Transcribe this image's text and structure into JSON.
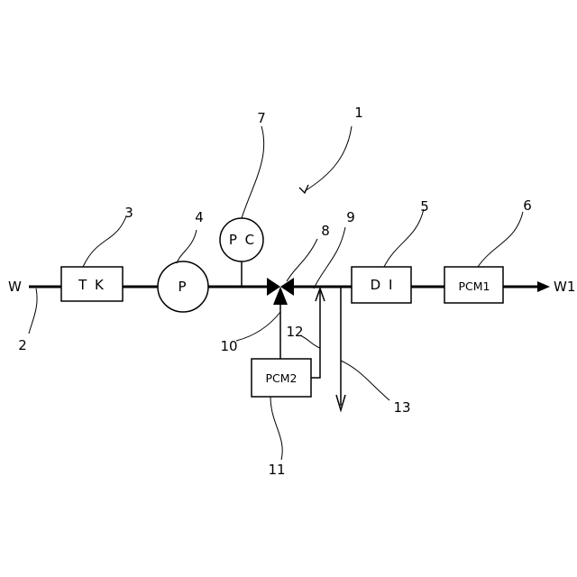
{
  "components": {
    "tank": "T K",
    "pump": "P",
    "pressure_controller": "P C",
    "deionizer": "D I",
    "pcm1": "PCM1",
    "pcm2": "PCM2"
  },
  "terminals": {
    "inlet": "W",
    "outlet": "W1"
  },
  "reference_numerals": {
    "system": "1",
    "pipe": "2",
    "tank": "3",
    "pump": "4",
    "deionizer": "5",
    "pcm1": "6",
    "pressure_controller": "7",
    "valve": "8",
    "junction": "9",
    "valve_actuator_line": "10",
    "pcm2": "11",
    "signal_line": "12",
    "branch_line": "13"
  }
}
